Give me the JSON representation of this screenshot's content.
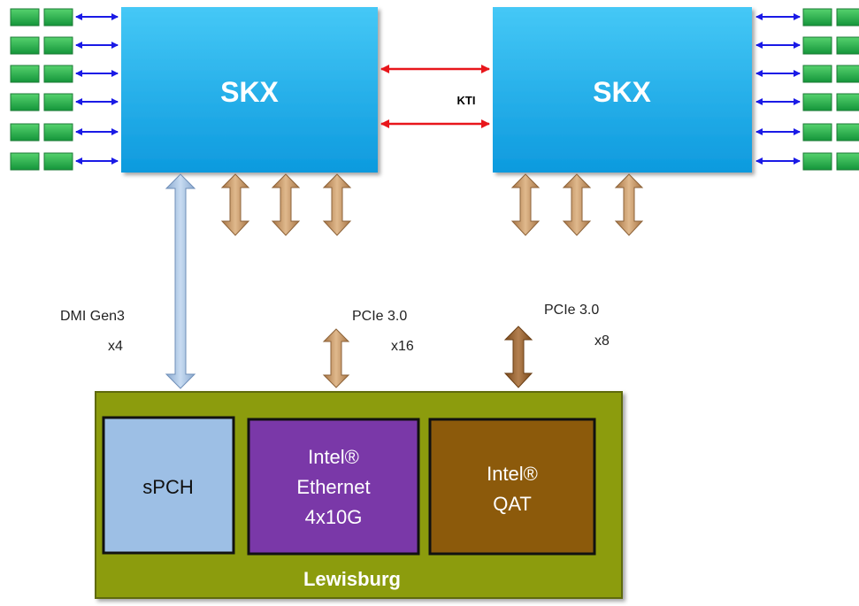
{
  "cpus": [
    {
      "label": "SKX"
    },
    {
      "label": "SKX"
    }
  ],
  "interconnect": {
    "label": "KTI"
  },
  "links": {
    "dmi": {
      "line1": "DMI Gen3",
      "line2": "x4"
    },
    "pcie_ethernet": {
      "line1": "PCIe 3.0",
      "line2": "x16"
    },
    "pcie_qat": {
      "line1": "PCIe 3.0",
      "line2": "x8"
    }
  },
  "chipset": {
    "label": "Lewisburg",
    "blocks": [
      {
        "lines": [
          "sPCH"
        ]
      },
      {
        "lines": [
          "Intel®",
          "Ethernet",
          "4x10G"
        ]
      },
      {
        "lines": [
          "Intel®",
          "QAT"
        ]
      }
    ]
  },
  "colors": {
    "cpu_top": "#3fc4f4",
    "cpu_bottom": "#0f9fe0",
    "kti_arrow": "#e8161b",
    "dimm_arrow": "#1a1ae6",
    "dimm": "#2bb14a",
    "pcie_arrow": "#c79a68",
    "dmi_arrow": "#a6c2e2",
    "chipset": "#8a9a12",
    "spch": "#9dc0e6",
    "ethernet": "#7a37a8",
    "qat": "#8c5a0b"
  }
}
